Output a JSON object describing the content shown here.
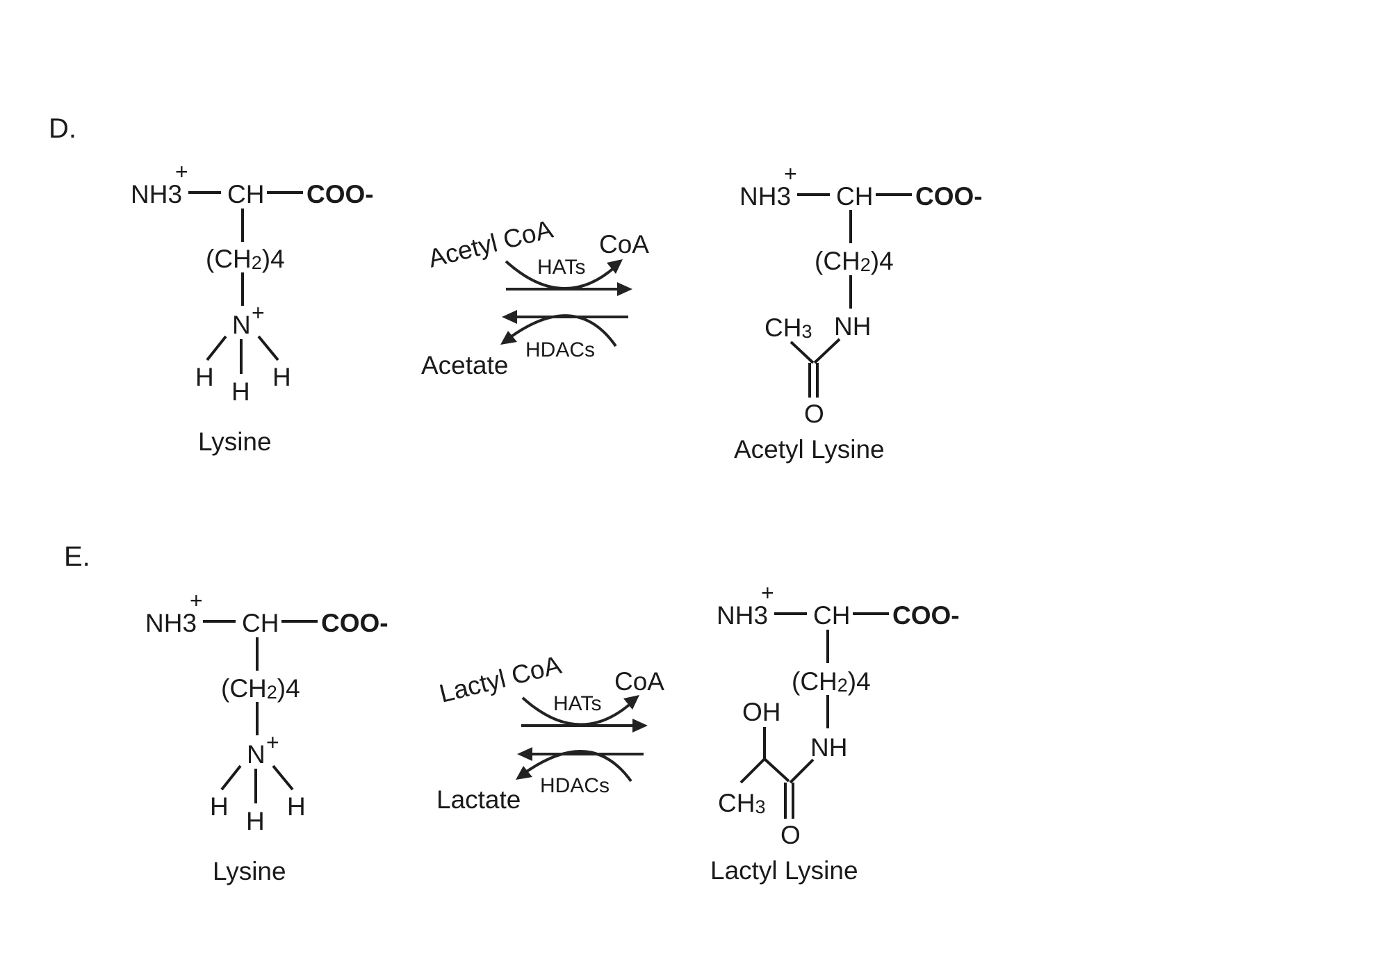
{
  "panels": [
    {
      "letter": "D.",
      "reactant": {
        "nh3": "NH3",
        "plus": "+",
        "ch": "CH",
        "coo": "COO-",
        "ch2": "(CH",
        "ch2_sub": "2",
        "ch2_tail": ")4",
        "n": "N",
        "n_plus": "+",
        "h_left": "H",
        "h_mid": "H",
        "h_right": "H",
        "name": "Lysine"
      },
      "reaction": {
        "cofactor": "Acetyl CoA",
        "released": "CoA",
        "forward_enzyme": "HATs",
        "reverse_enzyme": "HDACs",
        "reverse_product": "Acetate"
      },
      "product": {
        "nh3": "NH3",
        "plus": "+",
        "ch": "CH",
        "coo": "COO-",
        "ch2": "(CH",
        "ch2_sub": "2",
        "ch2_tail": ")4",
        "nh": "NH",
        "ch3": "CH",
        "ch3_sub": "3",
        "o": "O",
        "name": "Acetyl Lysine"
      }
    },
    {
      "letter": "E.",
      "reactant": {
        "nh3": "NH3",
        "plus": "+",
        "ch": "CH",
        "coo": "COO-",
        "ch2": "(CH",
        "ch2_sub": "2",
        "ch2_tail": ")4",
        "n": "N",
        "n_plus": "+",
        "h_left": "H",
        "h_mid": "H",
        "h_right": "H",
        "name": "Lysine"
      },
      "reaction": {
        "cofactor": "Lactyl CoA",
        "released": "CoA",
        "forward_enzyme": "HATs",
        "reverse_enzyme": "HDACs",
        "reverse_product": "Lactate"
      },
      "product": {
        "nh3": "NH3",
        "plus": "+",
        "ch": "CH",
        "coo": "COO-",
        "ch2": "(CH",
        "ch2_sub": "2",
        "ch2_tail": ")4",
        "nh": "NH",
        "oh": "OH",
        "ch3": "CH",
        "ch3_sub": "3",
        "o": "O",
        "name": "Lactyl Lysine"
      }
    }
  ]
}
